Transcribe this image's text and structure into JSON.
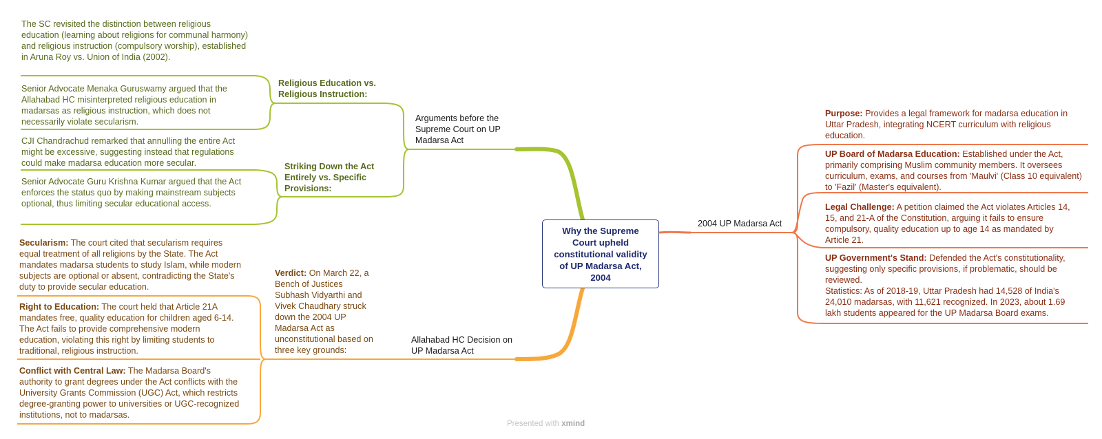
{
  "central": "Why the Supreme Court upheld constitutional validity of UP Madarsa Act, 2004",
  "right": {
    "title": "2004 UP Madarsa Act",
    "items": [
      {
        "label": "Purpose:",
        "text": " Provides a legal framework for madarsa education in Uttar Pradesh, integrating NCERT curriculum with religious education."
      },
      {
        "label": "UP Board of Madarsa Education:",
        "text": " Established under the Act, primarily comprising Muslim community members. It oversees curriculum, exams, and courses from 'Maulvi' (Class 10 equivalent) to 'Fazil' (Master's equivalent)."
      },
      {
        "label": "Legal Challenge:",
        "text": " A petition claimed the Act violates Articles 14, 15, and 21-A of the Constitution, arguing it fails to ensure compulsory, quality education up to age 14 as mandated by Article 21."
      },
      {
        "label": "UP Government's Stand:",
        "text": " Defended the Act's constitutionality, suggesting only specific provisions, if problematic, should be reviewed.",
        "extra": "Statistics: As of 2018-19, Uttar Pradesh had 14,528 of India's 24,010 madarsas, with 11,621 recognized. In 2023, about 1.69 lakh students appeared for the UP Madarsa Board exams."
      }
    ]
  },
  "sc_branch": {
    "title": "Arguments before the Supreme Court on UP Madarsa Act",
    "groups": [
      {
        "title": "Religious Education vs. Religious Instruction:",
        "items": [
          "The SC revisited the distinction between religious education (learning about religions for communal harmony) and religious instruction (compulsory worship), established in Aruna Roy vs. Union of India (2002).",
          "Senior Advocate Menaka Guruswamy argued that the Allahabad HC misinterpreted religious education in madarsas as religious instruction, which does not necessarily violate secularism."
        ]
      },
      {
        "title": "Striking Down the Act Entirely vs. Specific Provisions:",
        "items": [
          "CJI Chandrachud remarked that annulling the entire Act might be excessive, suggesting instead that regulations could make madarsa education more secular.",
          "Senior Advocate Guru Krishna Kumar argued that the Act enforces the status quo by making mainstream subjects optional, thus limiting secular educational access."
        ]
      }
    ]
  },
  "hc_branch": {
    "title": "Allahabad HC Decision on UP Madarsa Act",
    "verdict": {
      "label": "Verdict:",
      "text": " On March 22, a Bench of Justices Subhash Vidyarthi and Vivek Chaudhary struck down the 2004 UP Madarsa Act as unconstitutional based on three key grounds:"
    },
    "items": [
      {
        "label": "Secularism:",
        "text": " The court cited that secularism requires equal treatment of all religions by the State. The Act mandates madarsa students to study Islam, while modern subjects are optional or absent, contradicting the State's duty to provide secular education."
      },
      {
        "label": "Right to Education:",
        "text": " The court held that Article 21A mandates free, quality education for children aged 6-14. The Act fails to provide comprehensive modern education, violating this right by limiting students to traditional, religious instruction."
      },
      {
        "label": "Conflict with Central Law:",
        "text": " The Madarsa Board's authority to grant degrees under the Act conflicts with the University Grants Commission (UGC) Act, which restricts degree-granting power to universities or UGC-recognized institutions, not to madarsas."
      }
    ]
  },
  "footer": {
    "prefix": "Presented with ",
    "brand": "xmind"
  },
  "colors": {
    "central_border": "#2d3a7c",
    "green": "#a5c430",
    "orange": "#f7a83a",
    "red": "#f0784a"
  }
}
